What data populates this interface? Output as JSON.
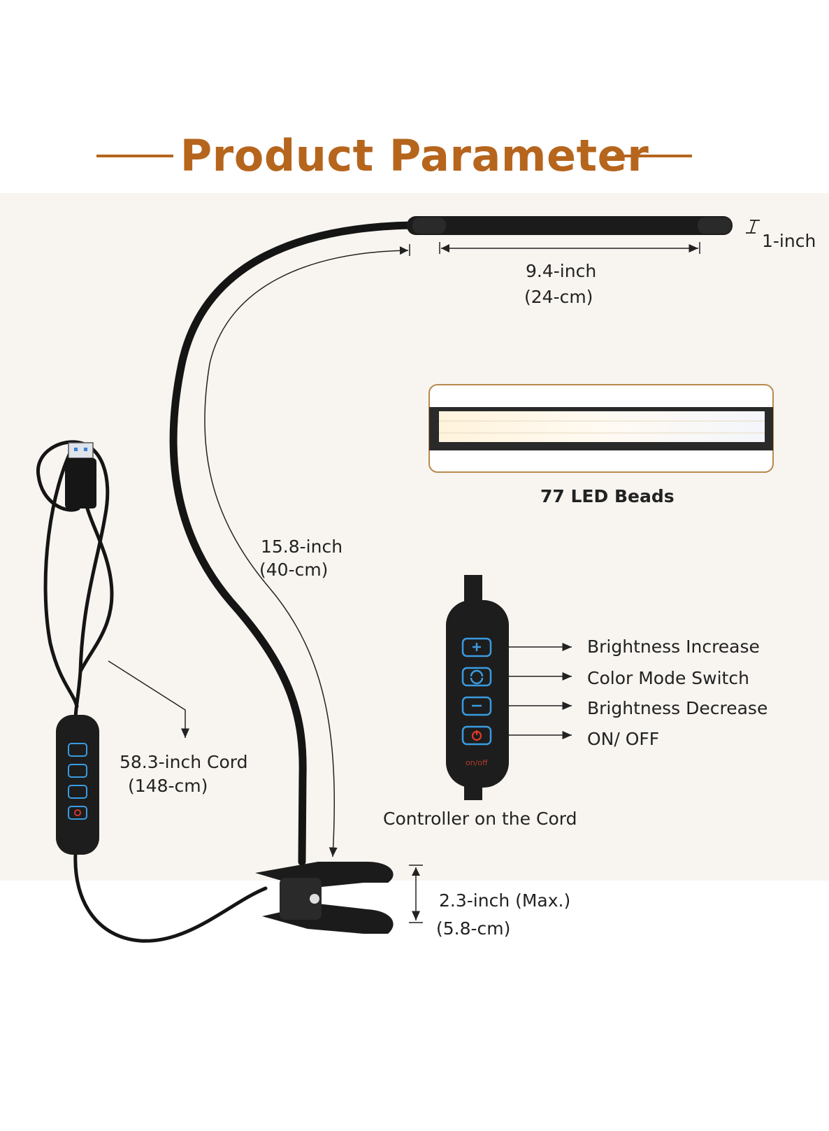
{
  "header": {
    "title": "Product Parameter"
  },
  "dimensions": {
    "thickness": "1-inch",
    "head_length_in": "9.4-inch",
    "head_length_cm": "(24-cm)",
    "neck_length_in": "15.8-inch",
    "neck_length_cm": "(40-cm)",
    "cord_length_in": "58.3-inch Cord",
    "cord_length_cm": "(148-cm)",
    "clip_opening_in": "2.3-inch (Max.)",
    "clip_opening_cm": "(5.8-cm)"
  },
  "led": {
    "label": "77 LED Beads"
  },
  "controller": {
    "caption": "Controller on the Cord",
    "power_label": "on/off",
    "buttons": [
      {
        "label": "Brightness Increase",
        "icon": "plus-icon"
      },
      {
        "label": "Color Mode Switch",
        "icon": "cycle-icon"
      },
      {
        "label": "Brightness Decrease",
        "icon": "minus-icon"
      },
      {
        "label": "ON/ OFF",
        "icon": "power-icon"
      }
    ]
  },
  "colors": {
    "accent": "#b6651d",
    "band": "#f8f5f0",
    "button_glow": "#3a9be0",
    "power_red": "#e03a2a"
  }
}
